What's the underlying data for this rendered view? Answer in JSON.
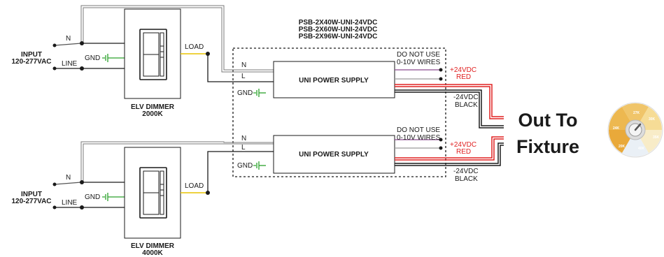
{
  "models": [
    "PSB-2X40W-UNI-24VDC",
    "PSB-2X60W-UNI-24VDC",
    "PSB-2X96W-UNI-24VDC"
  ],
  "dimmers": [
    {
      "name": "ELV DIMMER",
      "cct": "2000K"
    },
    {
      "name": "ELV DIMMER",
      "cct": "4000K"
    }
  ],
  "input": {
    "title": "INPUT",
    "voltage": "120-277VAC"
  },
  "labels": {
    "neutral": "N",
    "line_terminal": "L",
    "line": "LINE",
    "load": "LOAD",
    "gnd": "GND",
    "power_supply": "UNI POWER SUPPLY",
    "do_not_use_1": "DO NOT USE",
    "do_not_use_2": "0-10V WIRES",
    "pos_voltage": "+24VDC",
    "pos_color": "RED",
    "neg_voltage": "-24VDC",
    "neg_color": "BLACK"
  },
  "output": {
    "line1": "Out To",
    "line2": "Fixture"
  },
  "cct_dial": [
    "27K",
    "30K",
    "35K",
    "40K",
    "20K",
    "24K"
  ],
  "colors": {
    "wire": "#1a1a1a",
    "positive": "#e02020",
    "ground": "#2aa02a",
    "load": "#e8c400",
    "control": "#8a4b8f"
  }
}
